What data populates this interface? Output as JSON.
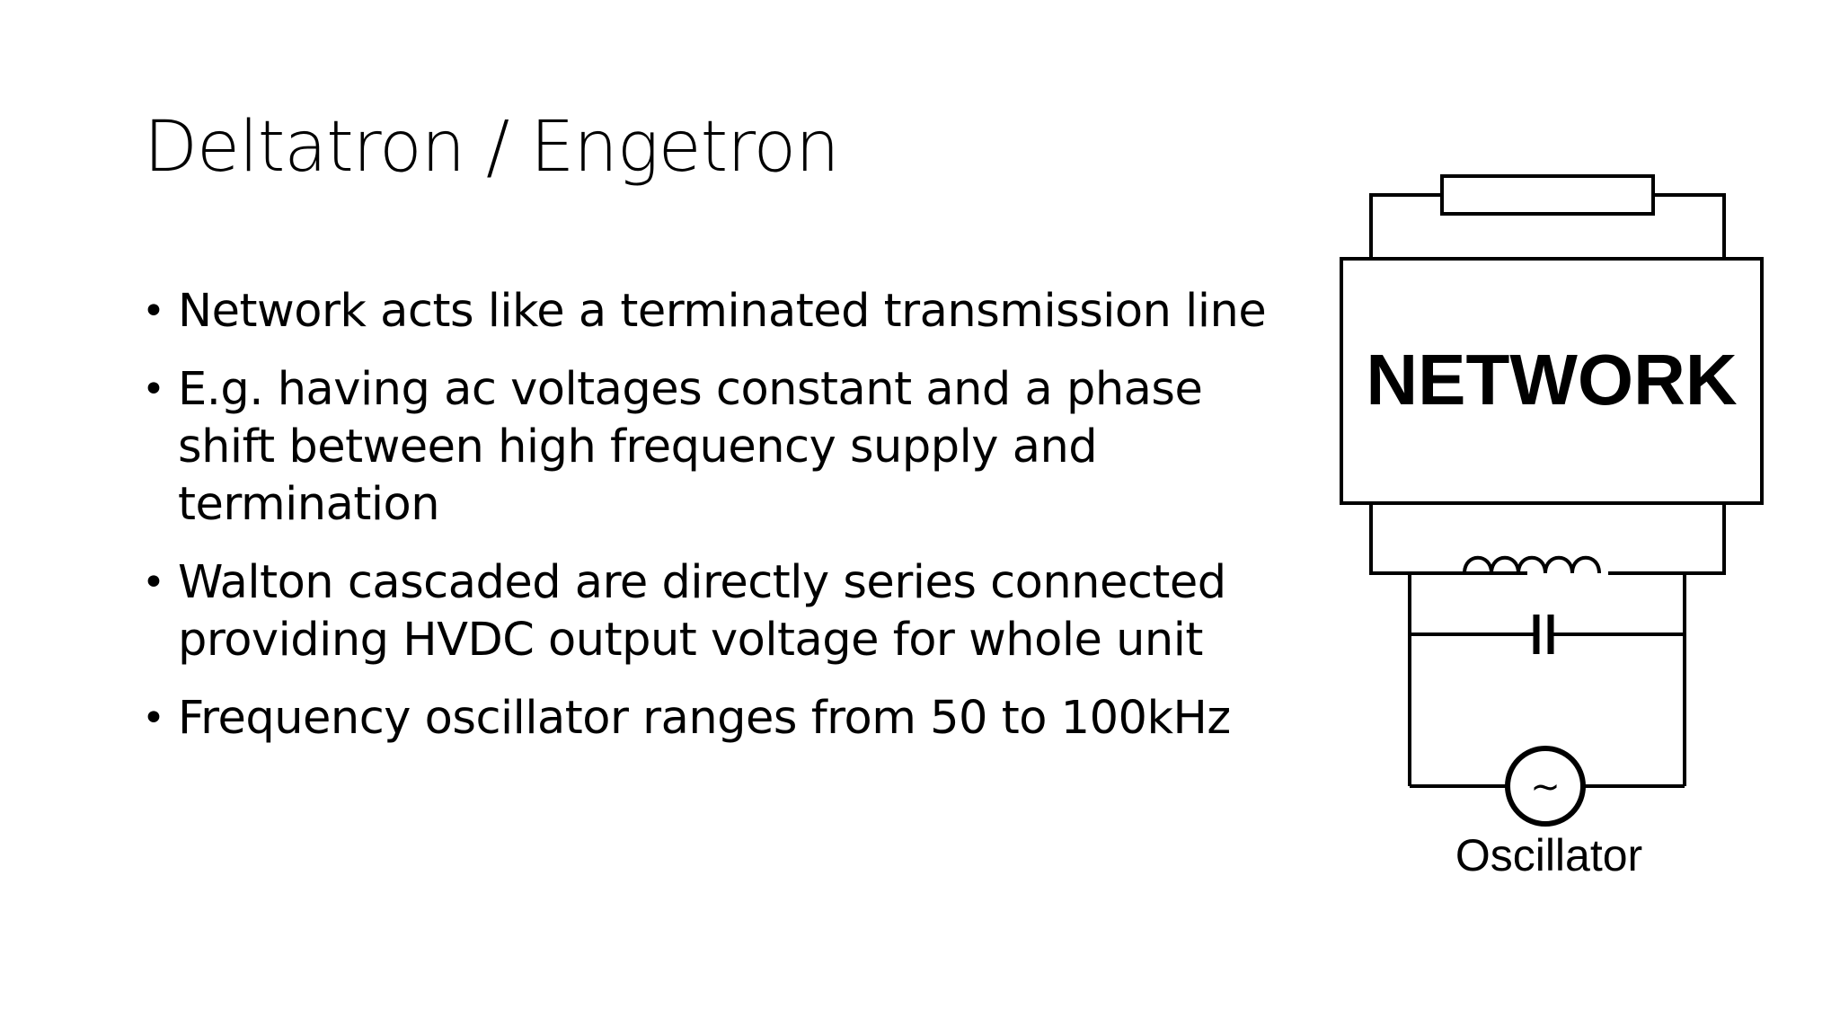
{
  "slide": {
    "title": "Deltatron / Engetron",
    "bullets": [
      "Network acts like a terminated transmission line",
      "E.g. having ac voltages constant and a phase shift between high frequency supply and termination",
      "Walton cascaded are directly series connected providing HVDC output voltage for whole unit",
      "Frequency oscillator ranges from 50 to 100kHz"
    ]
  },
  "diagram": {
    "network_label": "NETWORK",
    "oscillator_label": "Oscillator",
    "oscillator_symbol": "~"
  }
}
